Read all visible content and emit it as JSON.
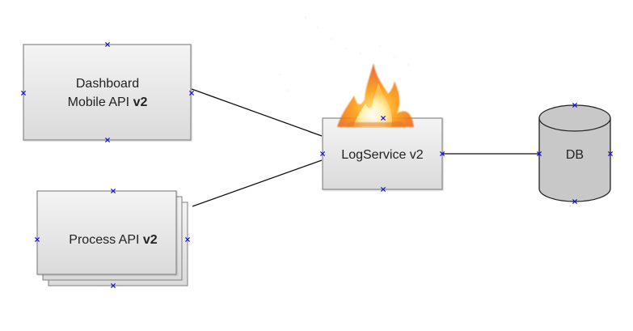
{
  "nodes": {
    "dashboard": {
      "line1": "Dashboard",
      "line2_prefix": "Mobile API ",
      "line2_suffix": "v2"
    },
    "process": {
      "label_prefix": "Process API ",
      "label_suffix": "v2"
    },
    "logservice": {
      "label": "LogService v2"
    },
    "db": {
      "label": "DB"
    }
  },
  "colors": {
    "box_fill_top": "#f4f4f4",
    "box_fill_bottom": "#dadada",
    "box_stroke": "#888888",
    "db_fill": "#c8c8c8",
    "db_stroke": "#222222",
    "connector_line": "#111111",
    "port_marker": "#1a1ad6"
  },
  "icons": {
    "flame": "flame-icon",
    "port": "x-marker-icon"
  }
}
